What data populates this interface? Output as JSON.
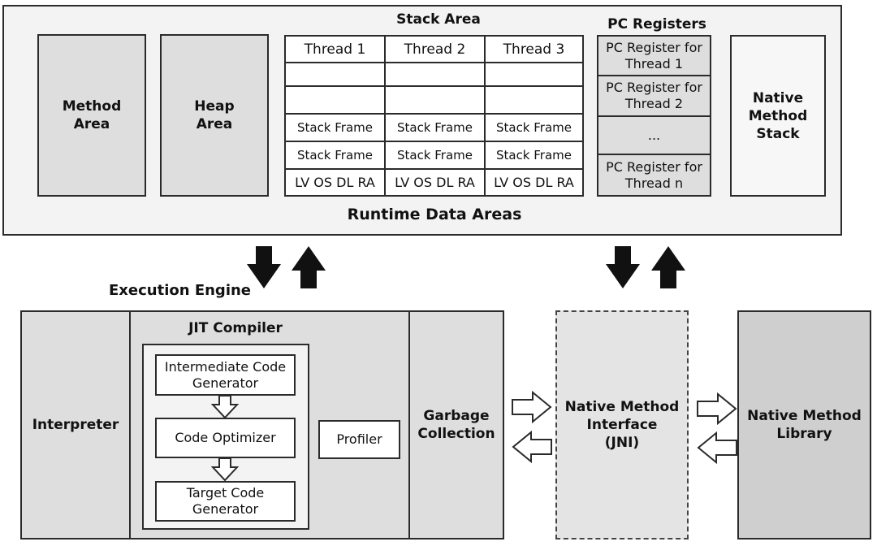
{
  "runtime": {
    "title": "Runtime Data Areas",
    "method_area": "Method\nArea",
    "heap_area": "Heap\nArea",
    "stack_area": {
      "title": "Stack Area",
      "threads": [
        "Thread 1",
        "Thread 2",
        "Thread 3"
      ],
      "frame_label": "Stack Frame",
      "locals_label": "LV OS DL RA"
    },
    "pc_registers": {
      "title": "PC Registers",
      "items": [
        "PC Register for Thread 1",
        "PC Register for Thread 2",
        "...",
        "PC Register for Thread n"
      ]
    },
    "native_method_stack": "Native\nMethod\nStack"
  },
  "engine": {
    "title": "Execution Engine",
    "interpreter": "Interpreter",
    "jit": {
      "title": "JIT Compiler",
      "intermediate": "Intermediate Code Generator",
      "optimizer": "Code Optimizer",
      "target": "Target Code Generator",
      "profiler": "Profiler"
    },
    "gc": "Garbage\nCollection"
  },
  "jni": "Native Method\nInterface\n(JNI)",
  "native_library": "Native Method\nLibrary",
  "colors": {
    "panel": "#f3f3f3",
    "block": "#dedede",
    "library": "#cfcfcf",
    "stroke": "#2b2b2b"
  }
}
